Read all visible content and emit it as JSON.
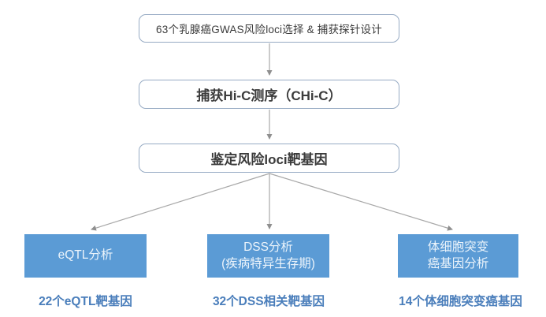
{
  "diagram": {
    "title_hint": "CHi-C breast cancer GWAS workflow flowchart",
    "colors": {
      "background": "#ffffff",
      "flow_box_border": "#97abc4",
      "flow_box_text": "#3b3b3b",
      "branch_box_fill": "#5b9bd5",
      "branch_box_text": "#ecf4fb",
      "arrow": "#a0a0a0",
      "result_text": "#4a7ebb"
    },
    "flow_boxes": [
      {
        "text": "63个乳腺癌GWAS风险loci选择 & 捕获探针设计"
      },
      {
        "text": "捕获Hi-C测序（CHi-C）"
      },
      {
        "text": "鉴定风险loci靶基因"
      }
    ],
    "branches": [
      {
        "box_lines": [
          "eQTL分析"
        ],
        "result": "22个eQTL靶基因"
      },
      {
        "box_lines": [
          "DSS分析",
          "(疾病特异生存期)"
        ],
        "result": "32个DSS相关靶基因"
      },
      {
        "box_lines": [
          "体细胞突变",
          "癌基因分析"
        ],
        "result": "14个体细胞突变癌基因"
      }
    ]
  }
}
